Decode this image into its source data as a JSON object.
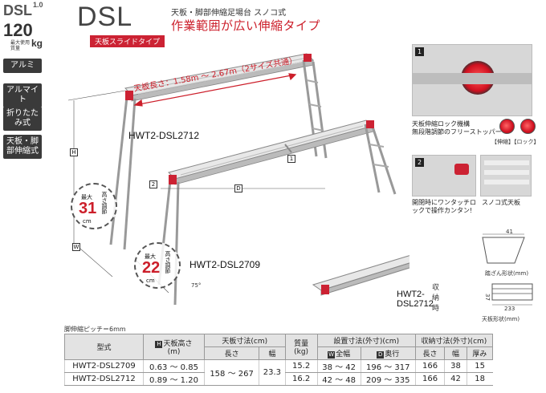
{
  "sidebar": {
    "model": "DSL",
    "version": "1.0",
    "capacity": "120",
    "capacity_label": "最大使用質量",
    "capacity_unit": "kg",
    "tags": [
      "アルミ",
      "アルマイト",
      "折りたたみ式",
      "天板・脚部伸縮式"
    ]
  },
  "header": {
    "title": "DSL",
    "slide_type": "天板スライドタイプ",
    "subtitle": "天板・脚部伸縮足場台 スノコ式",
    "headline": "作業範囲が広い伸縮タイプ"
  },
  "illustration": {
    "length_text": "天板長さ：1.58m 〜 2.67m（2サイズ共通）",
    "model_large": "HWT2-DSL2712",
    "model_small": "HWT2-DSL2709",
    "model_storage": "HWT2-DSL2712",
    "storage_label": "収納時",
    "dim_h": "H",
    "dim_w": "W",
    "dim_d": "D",
    "marker_1": "1",
    "marker_2": "2",
    "badge_top": {
      "small": "最大",
      "num": "31",
      "unit": "cm",
      "vert": "高さ調節"
    },
    "badge_bottom": {
      "small": "最大",
      "num": "22",
      "unit": "cm",
      "vert": "高さ調節"
    },
    "angle": "75°"
  },
  "right_panel": {
    "step1": "1",
    "step2": "2",
    "lock_title": "天板伸縮ロック機構",
    "lock_desc": "無段階調節のフリーストッパー",
    "lock_states": "【伸縮】【ロック】",
    "step2_text": "開閉時にワンタッチロックで操作カンタン!",
    "sunoko_text": "スノコ式天板",
    "footplate_label": "踏ざん形状(mm)",
    "topplate_label": "天板形状(mm)",
    "dim_41": "41",
    "dim_233": "233",
    "dim_37": "37"
  },
  "table": {
    "pitch": "脚伸縮ピッチ＝6mm",
    "headers_top": [
      "型式",
      "天板高さ",
      "天板寸法(cm)",
      "質量",
      "設置寸法(外寸)(cm)",
      "収納寸法(外寸)(cm)"
    ],
    "height_unit": "(m)",
    "mass_unit": "(kg)",
    "headers_sub": [
      "長さ",
      "幅",
      "全幅",
      "奥行",
      "長さ",
      "幅",
      "厚み"
    ],
    "mark_h": "H",
    "mark_w": "W",
    "mark_d": "D",
    "rows": [
      {
        "model": "HWT2-DSL2709",
        "height": "0.63 〜 0.85",
        "length": "158 〜 267",
        "width": "23.3",
        "mass": "15.2",
        "set_w": "38 〜 42",
        "set_d": "196 〜 317",
        "st_l": "166",
        "st_w": "38",
        "st_t": "15"
      },
      {
        "model": "HWT2-DSL2712",
        "height": "0.89 〜 1.20",
        "length": "",
        "width": "",
        "mass": "16.2",
        "set_w": "42 〜 48",
        "set_d": "209 〜 335",
        "st_l": "166",
        "st_w": "42",
        "st_t": "18"
      }
    ]
  },
  "colors": {
    "accent_red": "#cc1e2a",
    "tag_dark": "#3a3a3a",
    "header_gray": "#e3e3e3"
  }
}
